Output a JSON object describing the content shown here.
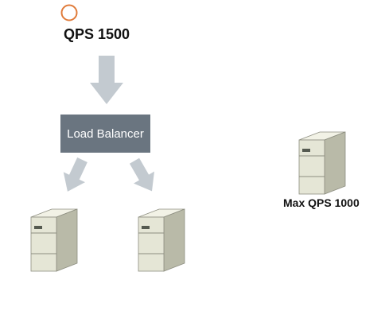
{
  "diagram": {
    "incoming_label": "QPS 1500",
    "load_balancer_label": "Load Balancer",
    "capacity_label": "Max QPS 1000",
    "colors": {
      "client_circle": "#e07b3a",
      "arrow_fill": "#c3cad0",
      "load_balancer": "#6a7580",
      "server_face": "#e5e6d6",
      "server_side": "#b9baa8",
      "server_top": "#f2f2e6"
    },
    "icons": [
      "client-icon",
      "server-icon"
    ]
  }
}
